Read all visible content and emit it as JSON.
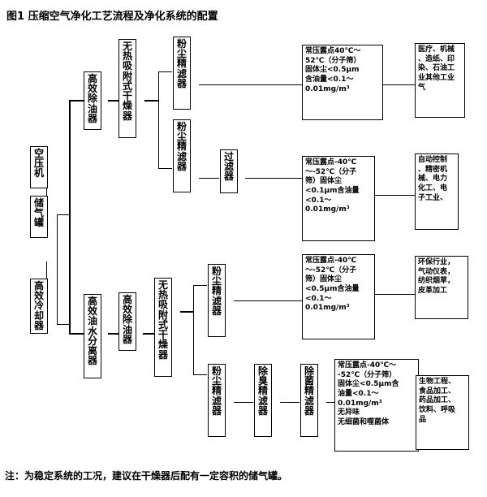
{
  "title": "图1 压缩空气净化工艺流程及净化系统的配置",
  "note": "注：为稳定系统的工况，建议在干燥器后配有一定容积的储气罐。",
  "equipment": {
    "air_compressor": "空压机",
    "air_tank": "储气罐",
    "cooler": "高效冷却器",
    "oil_remover_top": "高效除油器",
    "dryer_top": "无热吸附式干燥器",
    "dust_filter_1": "粉尘精滤器",
    "dust_filter_2": "粉尘精滤器",
    "filter": "过滤器",
    "oil_water_separator": "高效油水分离器",
    "oil_remover_bottom": "高效除油器",
    "dryer_bottom": "无热吸附式干燥器",
    "dust_filter_3": "粉尘精滤器",
    "dust_filter_4": "粉尘精滤器",
    "deodor_filter": "除臭精滤器",
    "sterile_filter": "除菌精滤器"
  },
  "specs": [
    {
      "id": "spec-1",
      "lines": [
        "常压露点40℃～",
        "52℃（分子筛）",
        "固体尘<0.5μm",
        "含油量<0.1～",
        "0.01mg/m³"
      ]
    },
    {
      "id": "spec-2",
      "lines": [
        "常压露点-40℃",
        "～-52℃（分子",
        "筛）固体尘",
        "<0.1μm含油量",
        "<0.1～",
        "0.01mg/m³"
      ]
    },
    {
      "id": "spec-3",
      "lines": [
        "常压露点-40℃",
        "～-52℃（分子",
        "筛）固体尘",
        "<0.5μm含油量",
        "<0.1～",
        "0.01mg/m³"
      ]
    },
    {
      "id": "spec-4",
      "lines": [
        "常压露点-40℃～",
        "-52℃（分子筛）",
        "固体尘<0.5μm含",
        "油量<0.1～",
        "0.01mg/m³",
        "无异味",
        "无细菌和噬菌体"
      ]
    }
  ],
  "applications": [
    {
      "id": "app-1",
      "lines": [
        "医疗、机械",
        "、造纸、印",
        "染、石油工",
        "业其他工业",
        "气"
      ]
    },
    {
      "id": "app-2",
      "lines": [
        "自动控制",
        "、精密机",
        "械、电力",
        "化工、电",
        "子工业、"
      ]
    },
    {
      "id": "app-3",
      "lines": [
        "环保行业，",
        "气动仪表，",
        "纺织烟草，",
        "皮革加工"
      ]
    },
    {
      "id": "app-4",
      "lines": [
        "生物工程、",
        "食品加工、",
        "药品加工、",
        "饮料、呼吸",
        "品"
      ]
    }
  ],
  "colors": {
    "line": "#000000",
    "background": "#ffffff"
  }
}
